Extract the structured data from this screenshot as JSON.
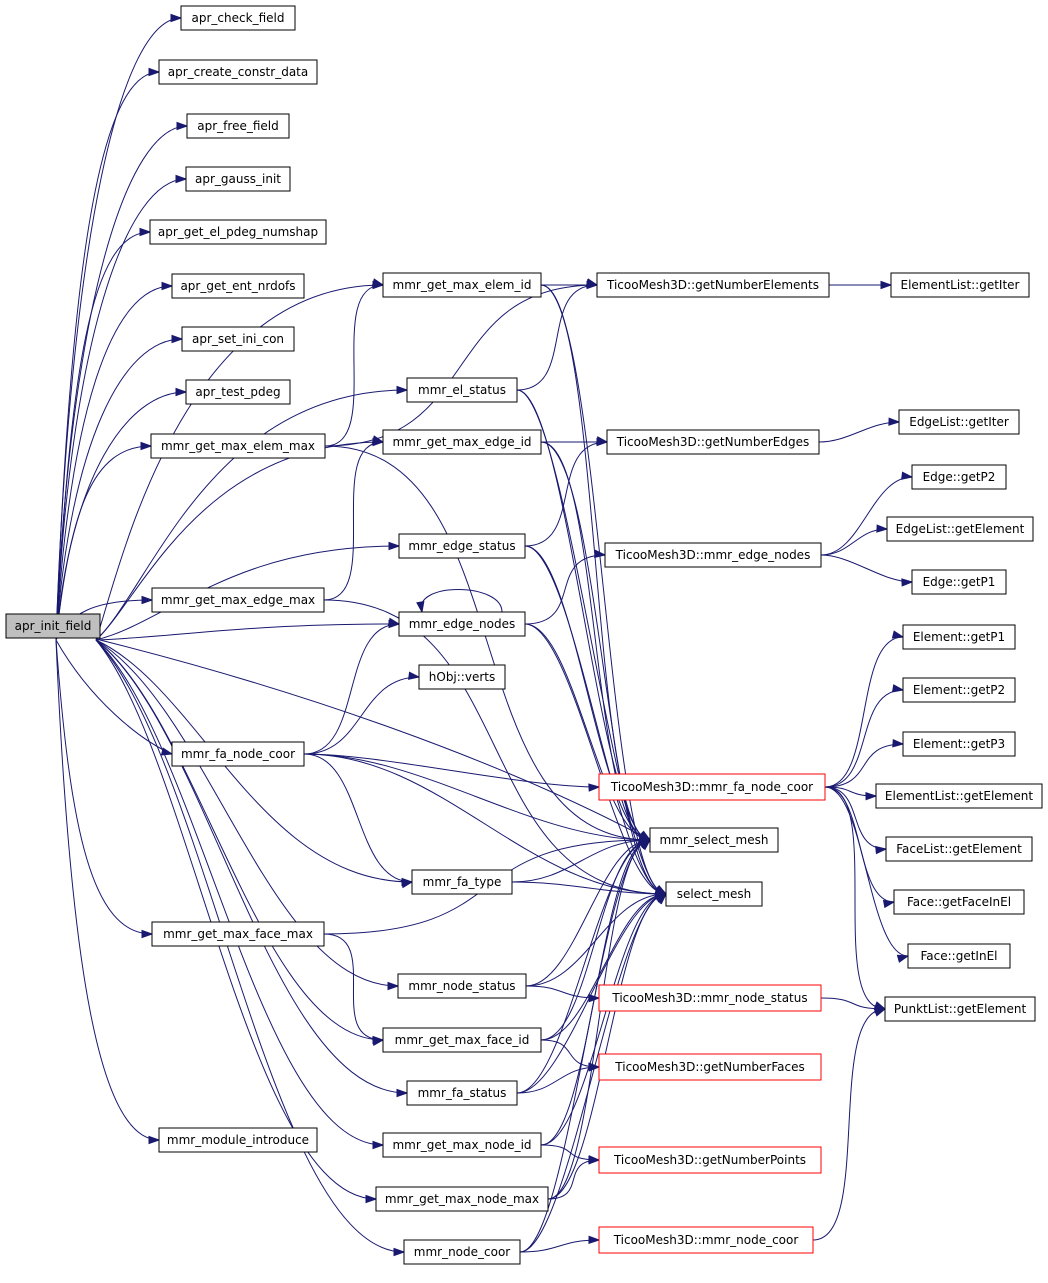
{
  "graph": {
    "nodes": [
      {
        "id": "n0",
        "label": "apr_init_field",
        "root": true
      },
      {
        "id": "n1",
        "label": "apr_check_field"
      },
      {
        "id": "n2",
        "label": "apr_create_constr_data"
      },
      {
        "id": "n3",
        "label": "apr_free_field"
      },
      {
        "id": "n4",
        "label": "apr_gauss_init"
      },
      {
        "id": "n5",
        "label": "apr_get_el_pdeg_numshap"
      },
      {
        "id": "n6",
        "label": "apr_get_ent_nrdofs"
      },
      {
        "id": "n7",
        "label": "apr_set_ini_con"
      },
      {
        "id": "n8",
        "label": "apr_test_pdeg"
      },
      {
        "id": "n9",
        "label": "mmr_get_max_elem_max"
      },
      {
        "id": "n10",
        "label": "mmr_get_max_edge_max"
      },
      {
        "id": "n11",
        "label": "mmr_fa_node_coor"
      },
      {
        "id": "n12",
        "label": "mmr_get_max_face_max"
      },
      {
        "id": "n13",
        "label": "mmr_module_introduce"
      },
      {
        "id": "n14",
        "label": "mmr_get_max_elem_id"
      },
      {
        "id": "n15",
        "label": "mmr_el_status"
      },
      {
        "id": "n16",
        "label": "mmr_get_max_edge_id"
      },
      {
        "id": "n17",
        "label": "mmr_edge_status"
      },
      {
        "id": "n18",
        "label": "mmr_edge_nodes"
      },
      {
        "id": "n19",
        "label": "hObj::verts"
      },
      {
        "id": "n20",
        "label": "mmr_fa_type"
      },
      {
        "id": "n21",
        "label": "mmr_node_status"
      },
      {
        "id": "n22",
        "label": "mmr_get_max_face_id"
      },
      {
        "id": "n23",
        "label": "mmr_fa_status"
      },
      {
        "id": "n24",
        "label": "mmr_get_max_node_id"
      },
      {
        "id": "n25",
        "label": "mmr_get_max_node_max"
      },
      {
        "id": "n26",
        "label": "mmr_node_coor"
      },
      {
        "id": "n27",
        "label": "TicooMesh3D::getNumberElements"
      },
      {
        "id": "n28",
        "label": "TicooMesh3D::getNumberEdges"
      },
      {
        "id": "n29",
        "label": "TicooMesh3D::mmr_edge_nodes"
      },
      {
        "id": "n30",
        "label": "TicooMesh3D::mmr_fa_node_coor",
        "red": true
      },
      {
        "id": "n31",
        "label": "mmr_select_mesh"
      },
      {
        "id": "n32",
        "label": "select_mesh"
      },
      {
        "id": "n33",
        "label": "TicooMesh3D::mmr_node_status",
        "red": true
      },
      {
        "id": "n34",
        "label": "TicooMesh3D::getNumberFaces",
        "red": true
      },
      {
        "id": "n35",
        "label": "TicooMesh3D::getNumberPoints",
        "red": true
      },
      {
        "id": "n36",
        "label": "TicooMesh3D::mmr_node_coor",
        "red": true
      },
      {
        "id": "n37",
        "label": "ElementList::getIter"
      },
      {
        "id": "n38",
        "label": "EdgeList::getIter"
      },
      {
        "id": "n39",
        "label": "Edge::getP2"
      },
      {
        "id": "n40",
        "label": "EdgeList::getElement"
      },
      {
        "id": "n41",
        "label": "Edge::getP1"
      },
      {
        "id": "n42",
        "label": "Element::getP1"
      },
      {
        "id": "n43",
        "label": "Element::getP2"
      },
      {
        "id": "n44",
        "label": "Element::getP3"
      },
      {
        "id": "n45",
        "label": "ElementList::getElement"
      },
      {
        "id": "n46",
        "label": "FaceList::getElement"
      },
      {
        "id": "n47",
        "label": "Face::getFaceInEl"
      },
      {
        "id": "n48",
        "label": "Face::getInEl"
      },
      {
        "id": "n49",
        "label": "PunktList::getElement"
      }
    ]
  }
}
